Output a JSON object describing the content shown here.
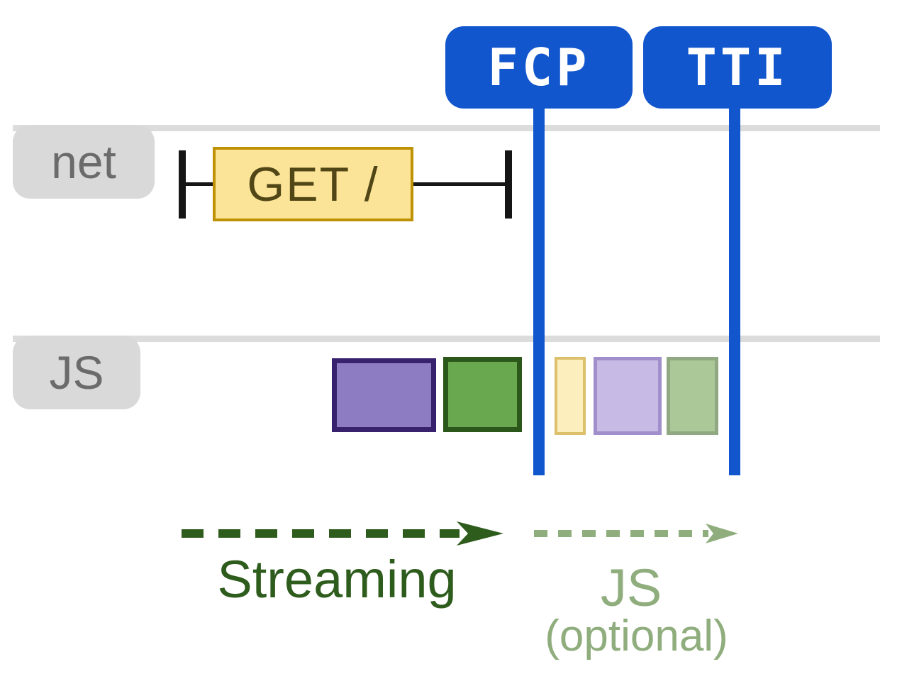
{
  "markers": [
    {
      "id": "fcp",
      "label": "FCP"
    },
    {
      "id": "tti",
      "label": "TTI"
    }
  ],
  "lanes": [
    {
      "id": "net",
      "label": "net"
    },
    {
      "id": "js",
      "label": "JS"
    }
  ],
  "network_request": {
    "label": "GET /"
  },
  "js_tasks": [
    {
      "name": "js-task-purple",
      "phase": "before-fcp",
      "fill": "#8e7cc3",
      "border": "#38226d"
    },
    {
      "name": "js-task-green",
      "phase": "before-fcp",
      "fill": "#6aa84f",
      "border": "#2c571a"
    },
    {
      "name": "js-task-yellow-faded",
      "phase": "after-fcp-optional",
      "fill": "#fdeebd",
      "border": "#dcc06b"
    },
    {
      "name": "js-task-purple-faded",
      "phase": "after-fcp-optional",
      "fill": "#c7bae4",
      "border": "#a08fcb"
    },
    {
      "name": "js-task-green-faded",
      "phase": "after-fcp-optional",
      "fill": "#aac898",
      "border": "#90a982"
    }
  ],
  "annotations": {
    "streaming": {
      "label": "Streaming"
    },
    "js_optional": {
      "line1": "JS",
      "line2": "(optional)"
    }
  },
  "colors": {
    "blue": "#1256cd",
    "lane_line": "#dcdcdc",
    "label_bg": "#d9d9d9",
    "label_text": "#6b6b6b",
    "get_fill": "#fbe397",
    "get_border": "#bf9204",
    "get_text": "#514616",
    "purple_fill": "#8e7cc3",
    "purple_border": "#38226d",
    "green_fill": "#6aa84f",
    "green_border": "#2c571a",
    "yellow_faded_fill": "#fdeebd",
    "yellow_faded_border": "#dcc06b",
    "purple_faded_fill": "#c7bae4",
    "purple_faded_border": "#a08fcb",
    "green_faded_fill": "#aac898",
    "green_faded_border": "#90a982",
    "streaming_green": "#2e5c1c",
    "sage_green": "#8fad7d"
  }
}
